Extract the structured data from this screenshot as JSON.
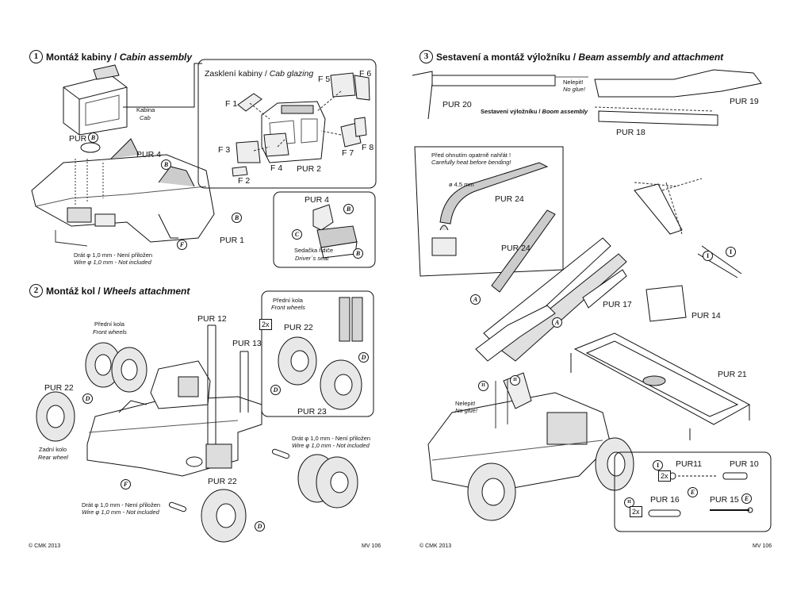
{
  "colors": {
    "ink": "#111111",
    "paper": "#ffffff",
    "shade": "#cfcfcf",
    "midgray": "#9a9a9a"
  },
  "left": {
    "step1": {
      "number": "1",
      "title_cz": "Montáž kabiny /",
      "title_en": "Cabin assembly"
    },
    "kabina": {
      "cz": "Kabina",
      "en": "Cab"
    },
    "glazing": {
      "cz": "Zasklení kabiny /",
      "en": "Cab glazing"
    },
    "seat": {
      "cz": "Sedačka řidiče",
      "en": "Driver´s seat"
    },
    "parts1": [
      "PUR 3",
      "PUR 4",
      "PUR 1",
      "PUR 2",
      "F 1",
      "F 2",
      "F 3",
      "F 4",
      "F 5",
      "F 6",
      "F 7",
      "F 8",
      "PUR 4"
    ],
    "wire1": {
      "cz": "Drát φ 1,0 mm - Není přiložen",
      "en": "Wire φ 1,0 mm - Not included"
    },
    "step2": {
      "number": "2",
      "title_cz": "Montáž kol /",
      "title_en": "Wheels attachment"
    },
    "front_wheels": {
      "cz": "Přední kola",
      "en": "Front wheels"
    },
    "rear_wheel": {
      "cz": "Zadní kolo",
      "en": "Rear wheel"
    },
    "parts2": [
      "PUR 12",
      "PUR 13",
      "PUR 22",
      "PUR 22",
      "PUR 23",
      "PUR 22"
    ],
    "qty": "2x",
    "wire2": {
      "cz": "Drát φ  1,0 mm - Není přiložen",
      "en": "Wire φ  1,0 mm - Not included"
    },
    "wire3": {
      "cz": "Drát φ 1,0 mm - Není přiložen",
      "en": "Wire φ 1,0 mm - Not included"
    },
    "footer_left": "© CMK 2013",
    "footer_right": "MV 106"
  },
  "right": {
    "step3": {
      "number": "3",
      "title_cz": "Sestavení a montáž výložníku /",
      "title_en": "Beam assembly and attachment"
    },
    "noglue": {
      "cz": "Nelepit!",
      "en": "No glue!"
    },
    "boom": {
      "cz": "Sestavení výložníku /",
      "en": "Boom assembly"
    },
    "heat": {
      "cz": "Před ohnutím opatrně nahřát !",
      "en": "Carefully heat before bending!"
    },
    "diameter": "ø 4,5 mm",
    "parts3": [
      "PUR 20",
      "PUR 19",
      "PUR 18",
      "PUR 24",
      "PUR 24",
      "PUR 17",
      "PUR 14",
      "PUR 21",
      "PUR11",
      "PUR 10",
      "PUR 16",
      "PUR 15"
    ],
    "roman": [
      "I",
      "II"
    ],
    "qty": "2x",
    "footer_left": "© CMK 2013",
    "footer_right": "MV 106"
  },
  "markers": {
    "A": "A",
    "B": "B",
    "C": "C",
    "D": "D",
    "E": "E",
    "F": "F"
  }
}
